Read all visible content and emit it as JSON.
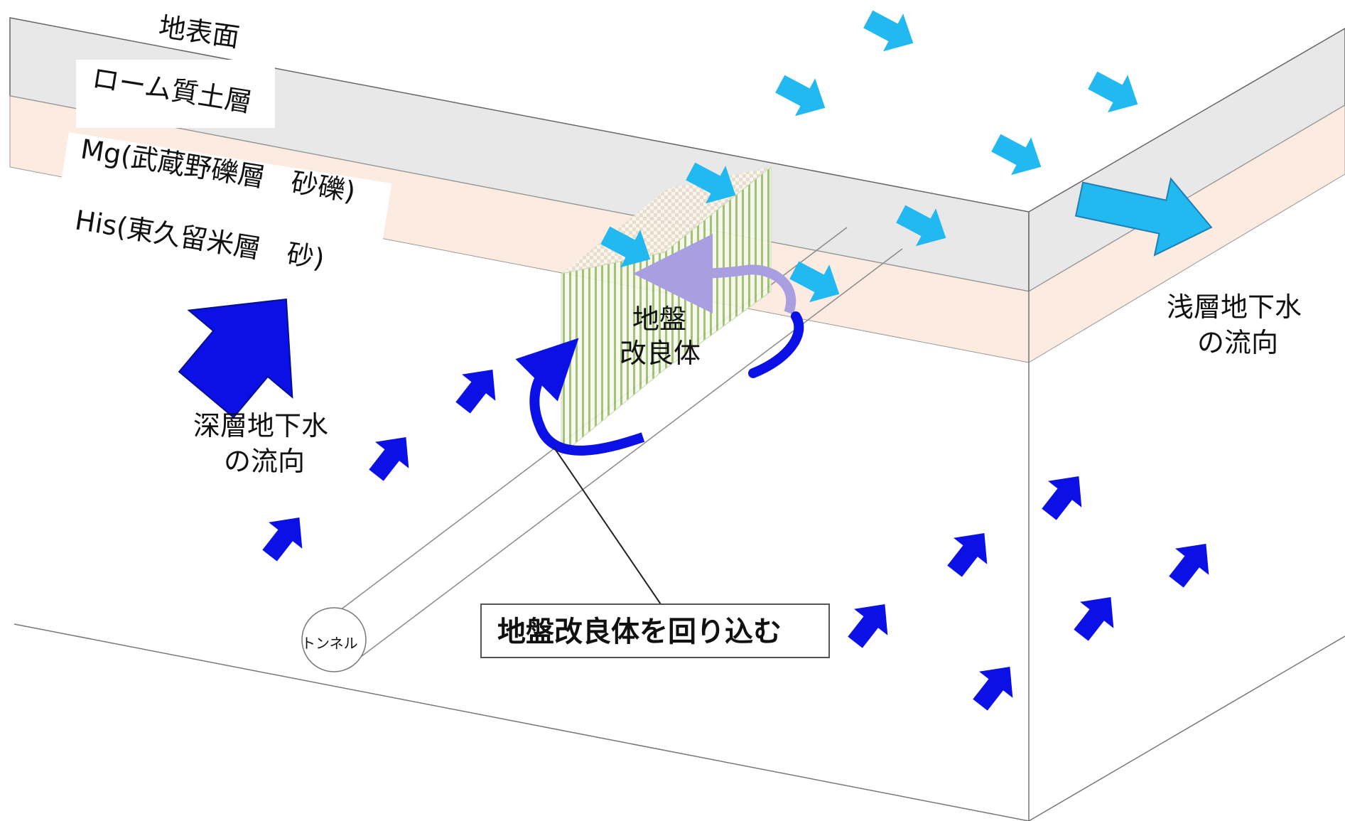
{
  "labels": {
    "surface": "地表面",
    "loam": "ローム質土層",
    "mg": "Mg(武蔵野礫層　砂礫)",
    "his": "His(東久留米層　砂)",
    "improved_line1": "地盤",
    "improved_line2": "改良体",
    "shallow_line1": "浅層地下水",
    "shallow_line2": "の流向",
    "deep_line1": "深層地下水",
    "deep_line2": "の流向",
    "tunnel": "トンネル",
    "callout": "地盤改良体を回り込む"
  },
  "colors": {
    "loam_layer": "#e8e8e8",
    "mg_layer": "#fcebe0",
    "shallow_arrow": "#22b8f0",
    "deep_arrow": "#0a10e6",
    "improved_body": "#8fb060",
    "swirl_light": "#a89ee0"
  }
}
